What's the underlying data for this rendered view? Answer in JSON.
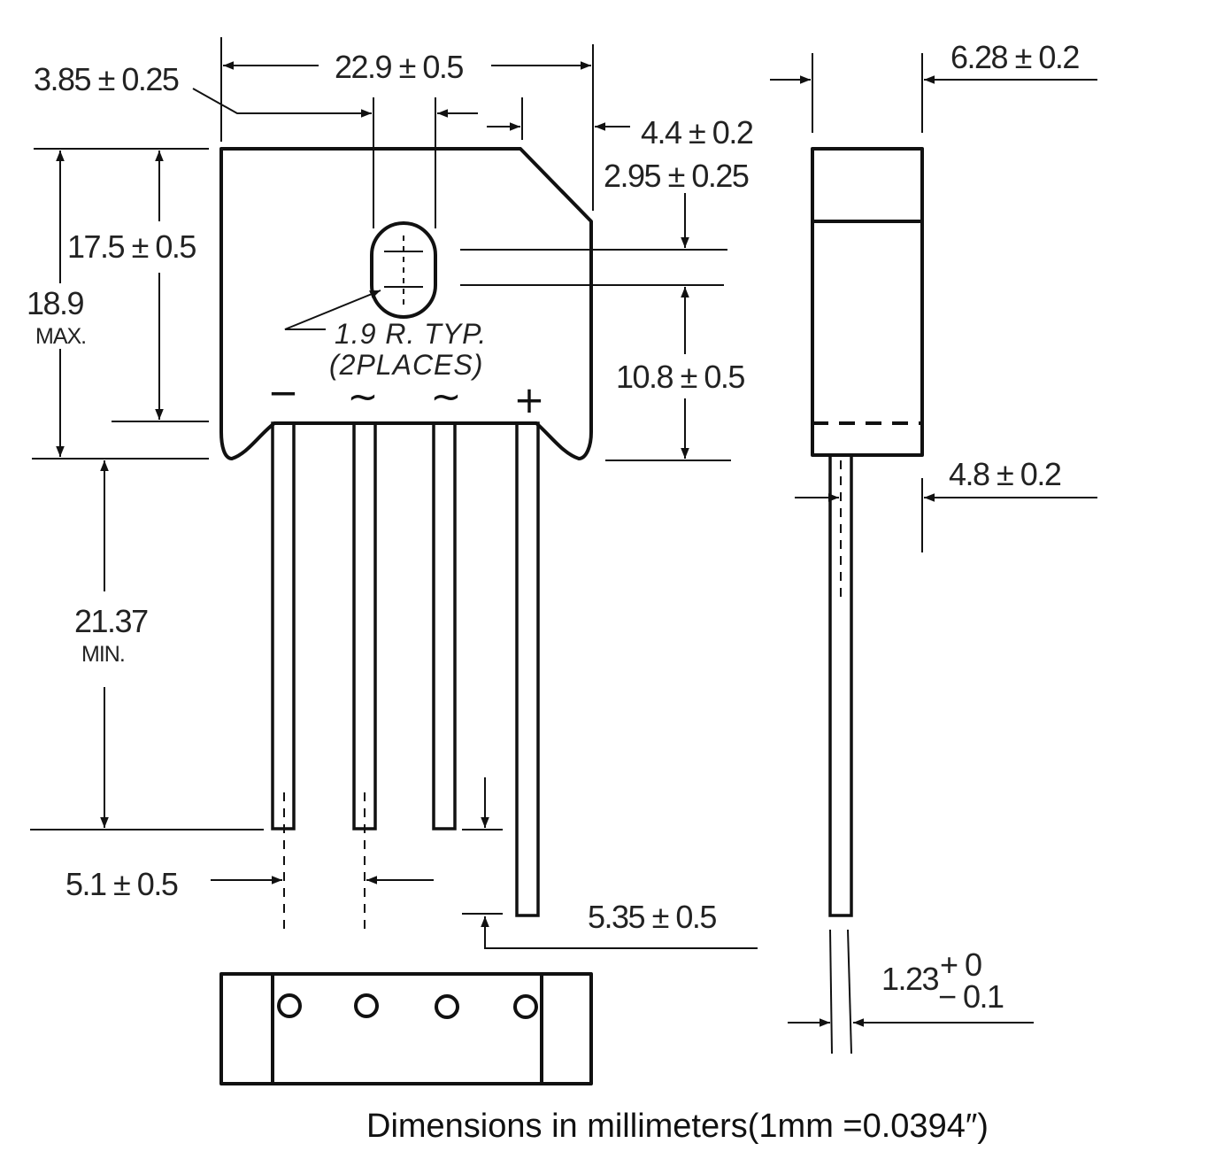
{
  "drawing": {
    "dimensions": {
      "overall_width": "22.9 ± 0.5",
      "hole_offset": "3.85 ± 0.25",
      "chamfer_width": "4.4 ± 0.2",
      "hole_top": "2.95 ± 0.25",
      "body_height": "17.5 ± 0.5",
      "total_height_value": "18.9",
      "total_height_note": "MAX.",
      "hole_to_base": "10.8 ± 0.5",
      "lead_length_value": "21.37",
      "lead_length_note": "MIN.",
      "lead_pitch": "5.1 ± 0.5",
      "lead_offset": "5.35 ± 0.5",
      "side_thickness": "6.28 ± 0.2",
      "side_lead_offset": "4.8 ± 0.2",
      "lead_diameter_value": "1.23",
      "lead_diameter_tol_upper": "+ 0",
      "lead_diameter_tol_lower": "− 0.1"
    },
    "hole_note_line1": "1.9 R. TYP.",
    "hole_note_line2": "(2PLACES)",
    "polarity": [
      "−",
      "~",
      "~",
      "+"
    ],
    "caption": "Dimensions in millimeters(1mm =0.0394″)"
  }
}
